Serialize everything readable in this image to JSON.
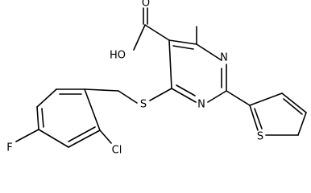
{
  "molecule": {
    "atoms": {
      "hydroxyl": "HO",
      "carbonyl_oxygen": "O",
      "ring_nitrogen_top": "N",
      "ring_nitrogen_bottom": "N",
      "thioether_sulfur": "S",
      "thiophene_sulfur": "S",
      "chlorine": "Cl",
      "fluorine": "F"
    },
    "colors": {
      "bond": "#000000",
      "label": "#000000",
      "background": "#ffffff"
    }
  }
}
